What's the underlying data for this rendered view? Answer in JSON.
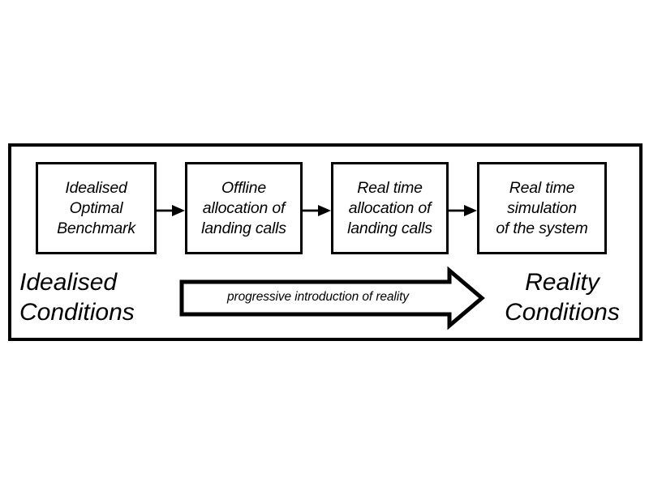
{
  "diagram": {
    "title": "Progressive introduction of reality",
    "frame": {
      "border_color": "#000000",
      "background_color": "#ffffff"
    },
    "stages": [
      {
        "id": "idealised-optimal-benchmark",
        "label": "Idealised\nOptimal\nBenchmark"
      },
      {
        "id": "offline-allocation-of-landing-calls",
        "label": "Offline\nallocation of\nlanding calls"
      },
      {
        "id": "real-time-allocation-of-landing-calls",
        "label": "Real time\nallocation of\nlanding calls"
      },
      {
        "id": "real-time-simulation-of-the-system",
        "label": "Real time\nsimulation\nof the system"
      }
    ],
    "connectors": [
      {
        "id": "connector-0",
        "from": "idealised-optimal-benchmark",
        "to": "offline-allocation-of-landing-calls",
        "glyph": "arrow-right"
      },
      {
        "id": "connector-1",
        "from": "offline-allocation-of-landing-calls",
        "to": "real-time-allocation-of-landing-calls",
        "glyph": "arrow-right"
      },
      {
        "id": "connector-2",
        "from": "real-time-allocation-of-landing-calls",
        "to": "real-time-simulation-of-the-system",
        "glyph": "arrow-right"
      }
    ],
    "captions": {
      "left": "Idealised\nConditions",
      "right": "Reality\nConditions"
    },
    "progress_arrow": {
      "label": "progressive introduction of reality",
      "direction": "right",
      "fill_color": "#ffffff",
      "stroke_color": "#000000"
    }
  }
}
